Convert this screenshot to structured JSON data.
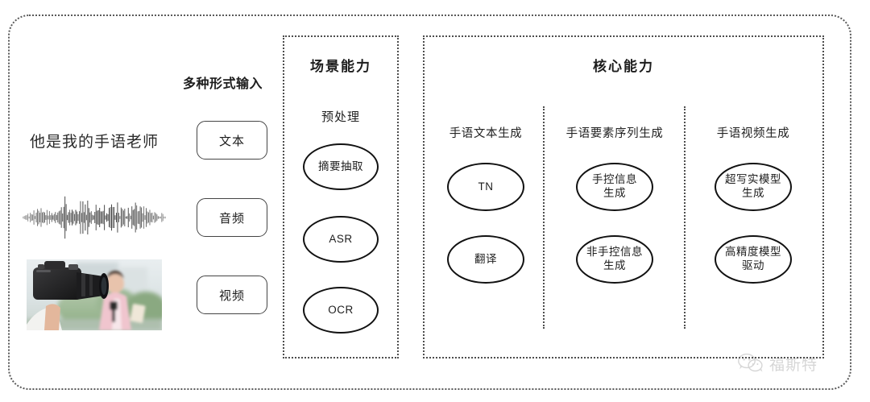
{
  "frame": {
    "border_color": "#4d4d4d"
  },
  "input_section": {
    "label": "多种形式输入",
    "rows": [
      {
        "media_name": "text-sentence",
        "sentence": "他是我的手语老师",
        "pill": "文本"
      },
      {
        "media_name": "audio-waveform",
        "sentence": "",
        "pill": "音频"
      },
      {
        "media_name": "video-thumbnail",
        "sentence": "",
        "pill": "视频"
      }
    ]
  },
  "scene_panel": {
    "title": "场景能力",
    "subtitle": "预处理",
    "nodes": [
      {
        "label": "摘要抽取"
      },
      {
        "label": "ASR"
      },
      {
        "label": "OCR"
      }
    ]
  },
  "core_panel": {
    "title": "核心能力",
    "columns": [
      {
        "head": "手语文本生成",
        "nodes": [
          {
            "line1": "TN",
            "line2": ""
          },
          {
            "line1": "翻译",
            "line2": ""
          }
        ]
      },
      {
        "head": "手语要素序列生成",
        "nodes": [
          {
            "line1": "手控信息",
            "line2": "生成"
          },
          {
            "line1": "非手控信息",
            "line2": "生成"
          }
        ]
      },
      {
        "head": "手语视频生成",
        "nodes": [
          {
            "line1": "超写实模型",
            "line2": "生成"
          },
          {
            "line1": "高精度模型",
            "line2": "驱动"
          }
        ]
      }
    ]
  },
  "watermark": {
    "icon": "wechat-icon",
    "text": "福斯特"
  }
}
